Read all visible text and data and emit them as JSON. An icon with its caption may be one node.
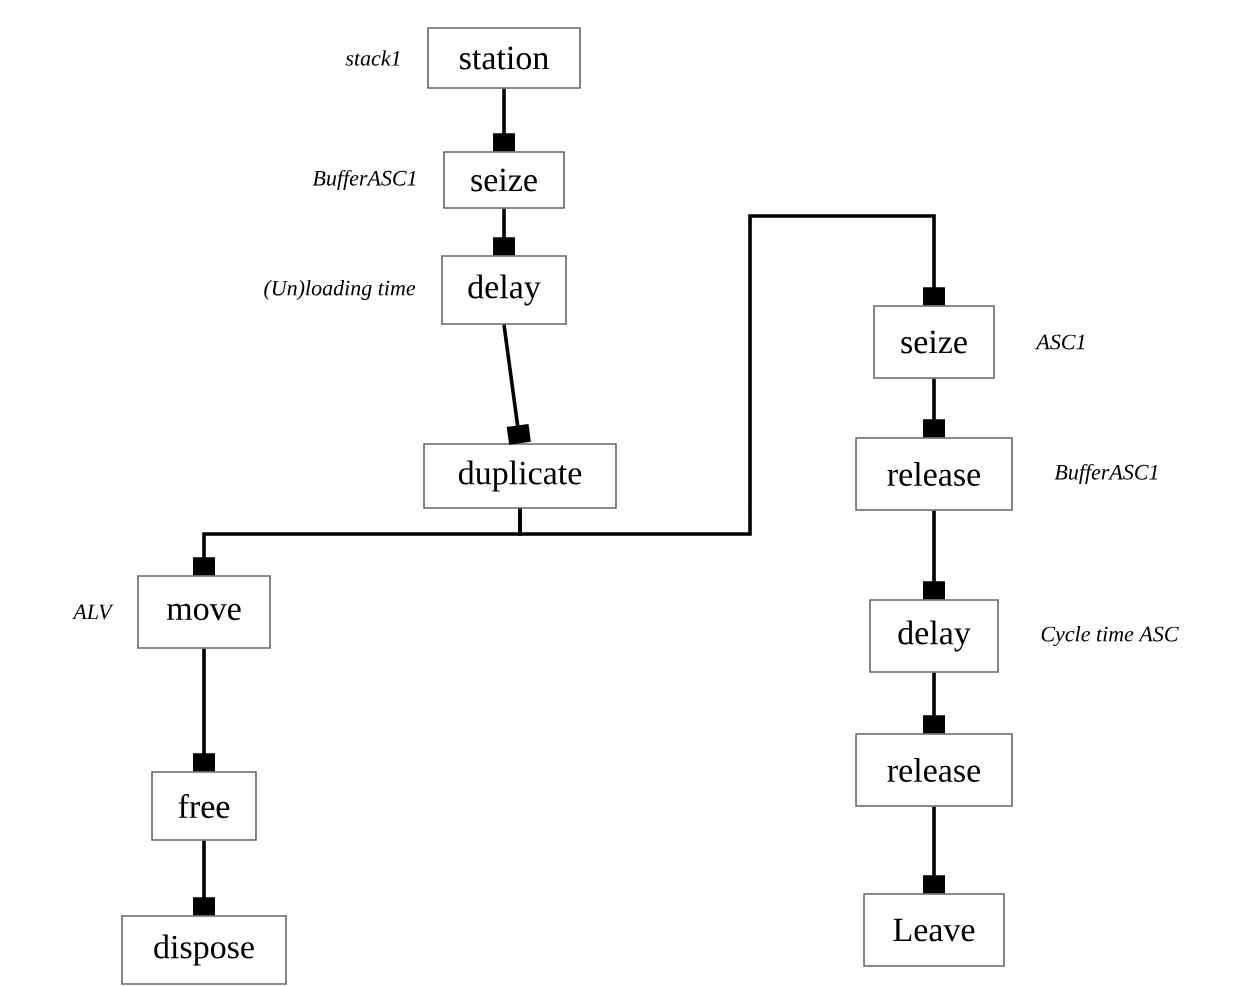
{
  "diagram": {
    "nodes": [
      {
        "text": [
          "station"
        ],
        "beside": [
          "stack1"
        ]
      },
      {
        "text": [
          "seize"
        ],
        "beside": [
          "BufferASC1"
        ]
      },
      {
        "text": [
          "delay"
        ],
        "beside": [
          "(Un)loading time"
        ]
      },
      {
        "text": [
          "duplicate"
        ]
      },
      {
        "text": [
          "move"
        ],
        "beside": [
          "ALV"
        ]
      },
      {
        "text": [
          "free"
        ]
      },
      {
        "text": [
          "dispose"
        ]
      },
      {
        "text": [
          "seize"
        ],
        "beside": [
          "ASC1"
        ]
      },
      {
        "text": [
          "release"
        ],
        "beside": [
          "BufferASC1"
        ]
      },
      {
        "text": [
          "delay"
        ],
        "beside": [
          "Cycle time ASC"
        ]
      },
      {
        "text": [
          "release"
        ]
      },
      {
        "text": [
          "Leave"
        ]
      }
    ],
    "edges": [
      {
        "from": 0,
        "to": 1,
        "arrow": "other"
      },
      {
        "from": 1,
        "to": 2,
        "arrow": "other"
      },
      {
        "from": 2,
        "to": 3,
        "arrow": "other"
      },
      {
        "from": 3,
        "to": 4,
        "arrow": "other"
      },
      {
        "from": 3,
        "to": 7,
        "arrow": "other"
      },
      {
        "from": 4,
        "to": 5,
        "arrow": "other"
      },
      {
        "from": 5,
        "to": 6,
        "arrow": "other"
      },
      {
        "from": 7,
        "to": 8,
        "arrow": "other"
      },
      {
        "from": 8,
        "to": 9,
        "arrow": "other"
      },
      {
        "from": 9,
        "to": 10,
        "arrow": "other"
      },
      {
        "from": 10,
        "to": 11,
        "arrow": "other"
      }
    ]
  }
}
